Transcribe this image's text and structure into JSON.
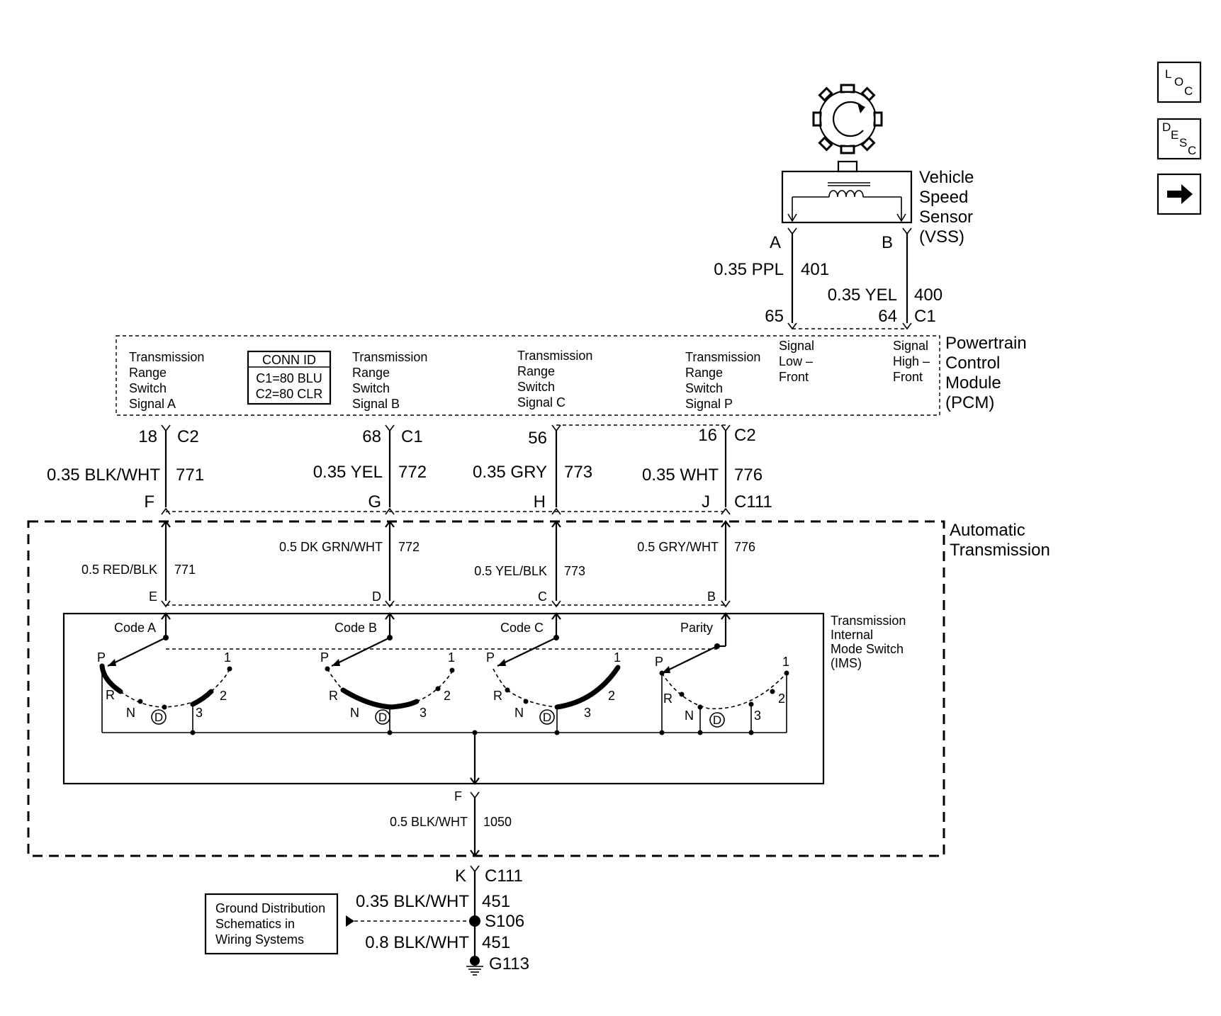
{
  "nav": {
    "loc": [
      "L",
      "O",
      "C"
    ],
    "desc": [
      "D",
      "E",
      "S",
      "C"
    ]
  },
  "vss": {
    "label": [
      "Vehicle",
      "Speed",
      "Sensor",
      "(VSS)"
    ],
    "pin_a": "A",
    "pin_b": "B"
  },
  "wires_top": {
    "w401_spec": "0.35 PPL",
    "w401_circuit": "401",
    "w400_spec": "0.35 YEL",
    "w400_circuit": "400",
    "pin65": "65",
    "pin64": "64",
    "conn": "C1"
  },
  "pcm": {
    "label": [
      "Powertrain",
      "Control",
      "Module",
      "(PCM)"
    ],
    "conn_id_title": "CONN ID",
    "conn_id_c1": "C1=80 BLU",
    "conn_id_c2": "C2=80 CLR",
    "sig_a": [
      "Transmission",
      "Range",
      "Switch",
      "Signal A"
    ],
    "sig_b": [
      "Transmission",
      "Range",
      "Switch",
      "Signal B"
    ],
    "sig_c": [
      "Transmission",
      "Range",
      "Switch",
      "Signal C"
    ],
    "sig_p": [
      "Transmission",
      "Range",
      "Switch",
      "Signal P"
    ],
    "sig_low": [
      "Signal",
      "Low –",
      "Front"
    ],
    "sig_high": [
      "Signal",
      "High –",
      "Front"
    ]
  },
  "pcm_pins": [
    {
      "pin": "18",
      "conn": "C2",
      "spec": "0.35 BLK/WHT",
      "circuit": "771",
      "c111_pin": "F"
    },
    {
      "pin": "68",
      "conn": "C1",
      "spec": "0.35 YEL",
      "circuit": "772",
      "c111_pin": "G"
    },
    {
      "pin": "56",
      "conn": "",
      "spec": "0.35 GRY",
      "circuit": "773",
      "c111_pin": "H"
    },
    {
      "pin": "16",
      "conn": "C2",
      "spec": "0.35 WHT",
      "circuit": "776",
      "c111_pin": "J"
    }
  ],
  "c111_label": "C111",
  "trans": {
    "label": [
      "Automatic",
      "Transmission"
    ],
    "wires": [
      {
        "spec": "0.5 RED/BLK",
        "circuit": "771",
        "pin": "E"
      },
      {
        "spec": "0.5 DK GRN/WHT",
        "circuit": "772",
        "pin": "D"
      },
      {
        "spec": "0.5 YEL/BLK",
        "circuit": "773",
        "pin": "C"
      },
      {
        "spec": "0.5 GRY/WHT",
        "circuit": "776",
        "pin": "B"
      }
    ],
    "ims_label": [
      "Transmission",
      "Internal",
      "Mode Switch",
      "(IMS)"
    ],
    "switches": [
      "Code A",
      "Code B",
      "Code C",
      "Parity"
    ],
    "positions": {
      "p": "P",
      "r": "R",
      "n": "N",
      "d": "D",
      "three": "3",
      "two": "2",
      "one": "1"
    },
    "ground_pin": "F",
    "ground_spec": "0.5 BLK/WHT",
    "ground_circuit": "1050"
  },
  "ground": {
    "k_pin": "K",
    "k_conn": "C111",
    "w1_spec": "0.35 BLK/WHT",
    "w1_circuit": "451",
    "splice": "S106",
    "w2_spec": "0.8 BLK/WHT",
    "w2_circuit": "451",
    "ground_id": "G113",
    "ref_box": [
      "Ground Distribution",
      "Schematics in",
      "Wiring Systems"
    ]
  }
}
